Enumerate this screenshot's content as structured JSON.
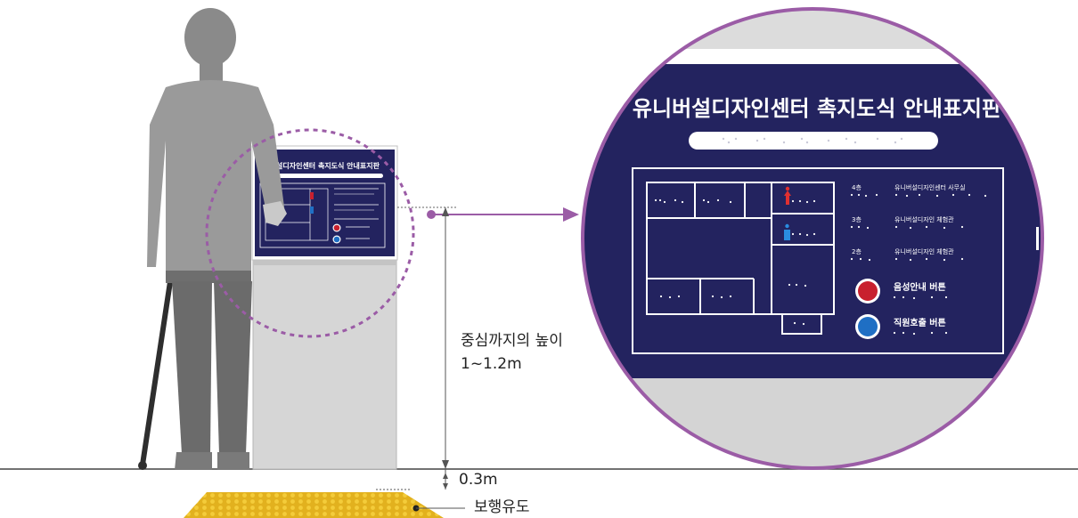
{
  "sign": {
    "title": "유니버설디자인센터 촉지도식 안내표지판",
    "small_title": "설디자인센터 촉지도식 안내표지판",
    "floors": [
      {
        "floor": "4층",
        "name": "유니버설디자인센터 사무실"
      },
      {
        "floor": "3층",
        "name": "유니버설디자인 체험관"
      },
      {
        "floor": "2층",
        "name": "유니버설디자인 체험관"
      }
    ],
    "buttons": [
      {
        "label": "음성안내 버튼",
        "color": "#c8202e"
      },
      {
        "label": "직원호출 버튼",
        "color": "#1f6fc4"
      }
    ]
  },
  "annotations": {
    "center_height_line1": "중심까지의 높이",
    "center_height_line2": "1~1.2m",
    "offset": "0.3m",
    "tactile_path": "보행유도"
  },
  "colors": {
    "navy": "#23235f",
    "purple": "#9b5ca6",
    "tactile": "#e5b320",
    "figure": "#8e8e8e",
    "stand": "#d6d6d6"
  }
}
